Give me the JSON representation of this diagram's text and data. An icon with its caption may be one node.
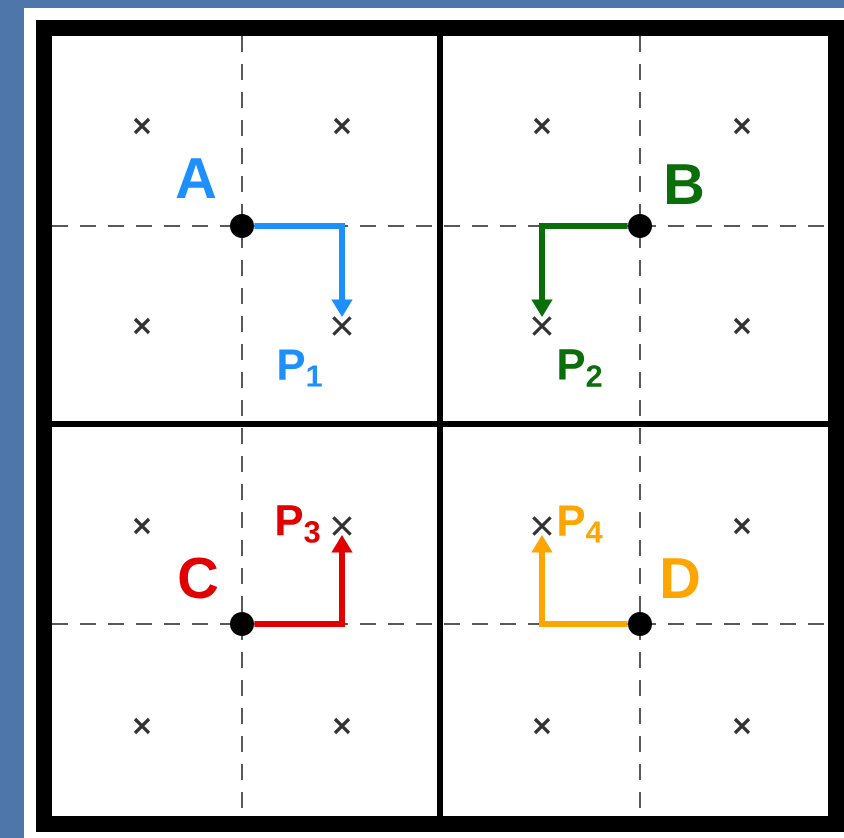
{
  "diagram": {
    "nodes": [
      {
        "text": [],
        "shape": "circle",
        "beside": [
          "A"
        ]
      },
      {
        "text": [],
        "shape": "cross",
        "beside": [
          "P$_{1}$"
        ]
      },
      {
        "text": [],
        "shape": "circle",
        "beside": [
          "B"
        ]
      },
      {
        "text": [],
        "shape": "cross",
        "beside": [
          "P$_{2}$"
        ]
      },
      {
        "text": [],
        "shape": "circle",
        "beside": [
          "C"
        ]
      },
      {
        "text": [],
        "shape": "cross",
        "beside": [
          "P$_{3}$"
        ]
      },
      {
        "text": [],
        "shape": "circle",
        "beside": [
          "D"
        ]
      },
      {
        "text": [],
        "shape": "cross",
        "beside": [
          "P$_{4}$"
        ]
      }
    ],
    "edges": [
      {
        "from": 0,
        "to": 1,
        "arrow": "to",
        "color": "#1e8fff"
      },
      {
        "from": 2,
        "to": 3,
        "arrow": "to",
        "color": "#0a6e0a"
      },
      {
        "from": 4,
        "to": 5,
        "arrow": "to",
        "color": "#e00000"
      },
      {
        "from": 6,
        "to": 7,
        "arrow": "to",
        "color": "#ffa500"
      }
    ]
  }
}
